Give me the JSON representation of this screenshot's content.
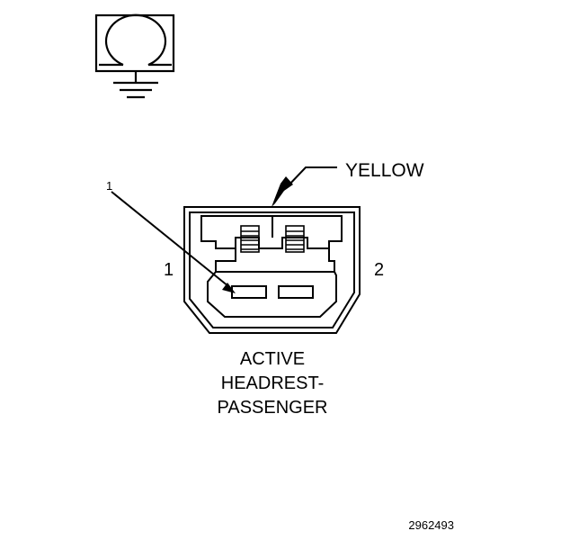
{
  "icon": "headrest-symbol-icon",
  "colors": {
    "line": "#000000",
    "background": "#ffffff"
  },
  "labels": {
    "wire_color": "YELLOW",
    "callout": "1",
    "pin_left": "1",
    "pin_right": "2",
    "connector_name": [
      "ACTIVE",
      "HEADREST-",
      "PASSENGER"
    ],
    "figure_number": "2962493"
  }
}
